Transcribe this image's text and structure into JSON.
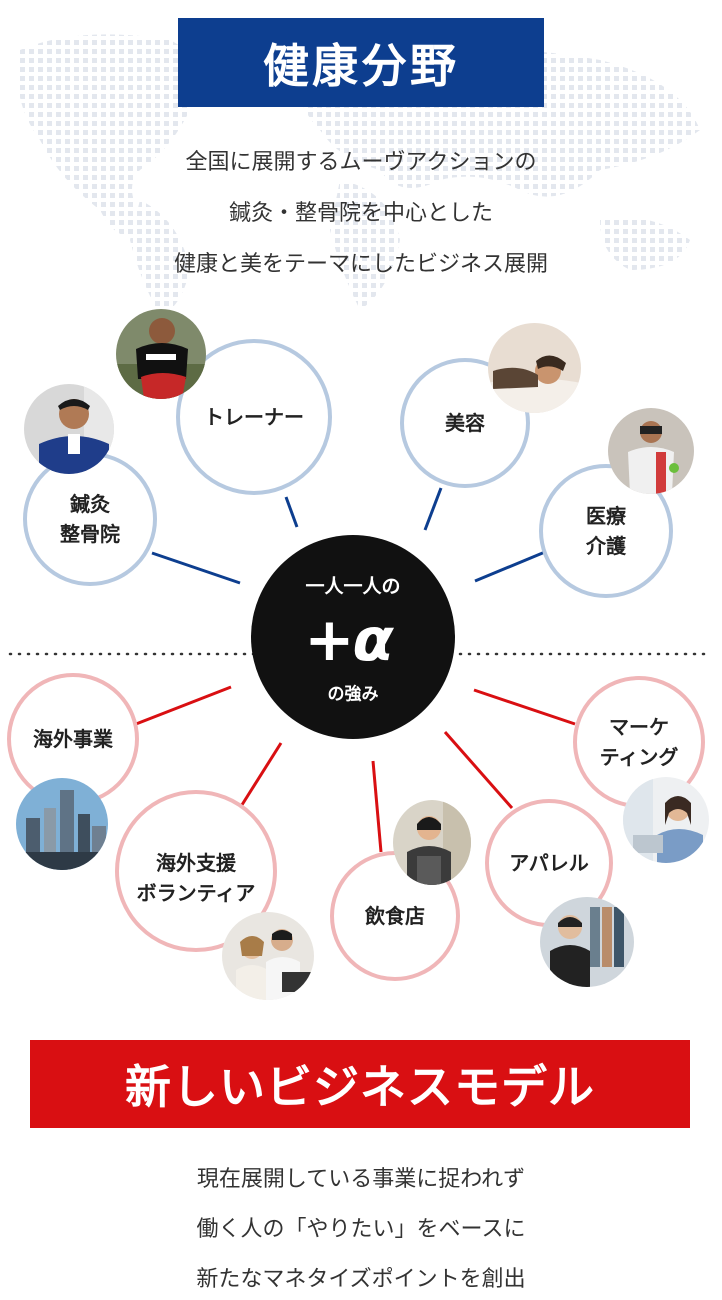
{
  "top_banner": {
    "title": "健康分野"
  },
  "intro": {
    "lines": [
      "全国に展開するムーヴアクションの",
      "鍼灸・整骨院を中心とした",
      "健康と美をテーマにしたビジネス展開"
    ]
  },
  "hub": {
    "top": "一人一人の",
    "main": "+α",
    "bottom": "の強み"
  },
  "health_nodes": [
    {
      "line1": "トレーナー",
      "line2": ""
    },
    {
      "line1": "美容",
      "line2": ""
    },
    {
      "line1": "鍼灸",
      "line2": "整骨院"
    },
    {
      "line1": "医療",
      "line2": "介護"
    }
  ],
  "business_nodes": [
    {
      "line1": "海外事業",
      "line2": ""
    },
    {
      "line1": "マーケ",
      "line2": "ティング"
    },
    {
      "line1": "海外支援",
      "line2": "ボランティア"
    },
    {
      "line1": "飲食店",
      "line2": ""
    },
    {
      "line1": "アパレル",
      "line2": ""
    }
  ],
  "bottom_banner": {
    "title": "新しいビジネスモデル"
  },
  "outro": {
    "lines": [
      "現在展開している事業に捉われず",
      "働く人の「やりたい」をベースに",
      "新たなマネタイズポイントを創出"
    ]
  },
  "colors": {
    "navy": "#0d3e8f",
    "red": "#d90f12",
    "blue_ring": "#b6c9e0",
    "pink_ring": "#f0b6b8",
    "hub": "#111111"
  }
}
